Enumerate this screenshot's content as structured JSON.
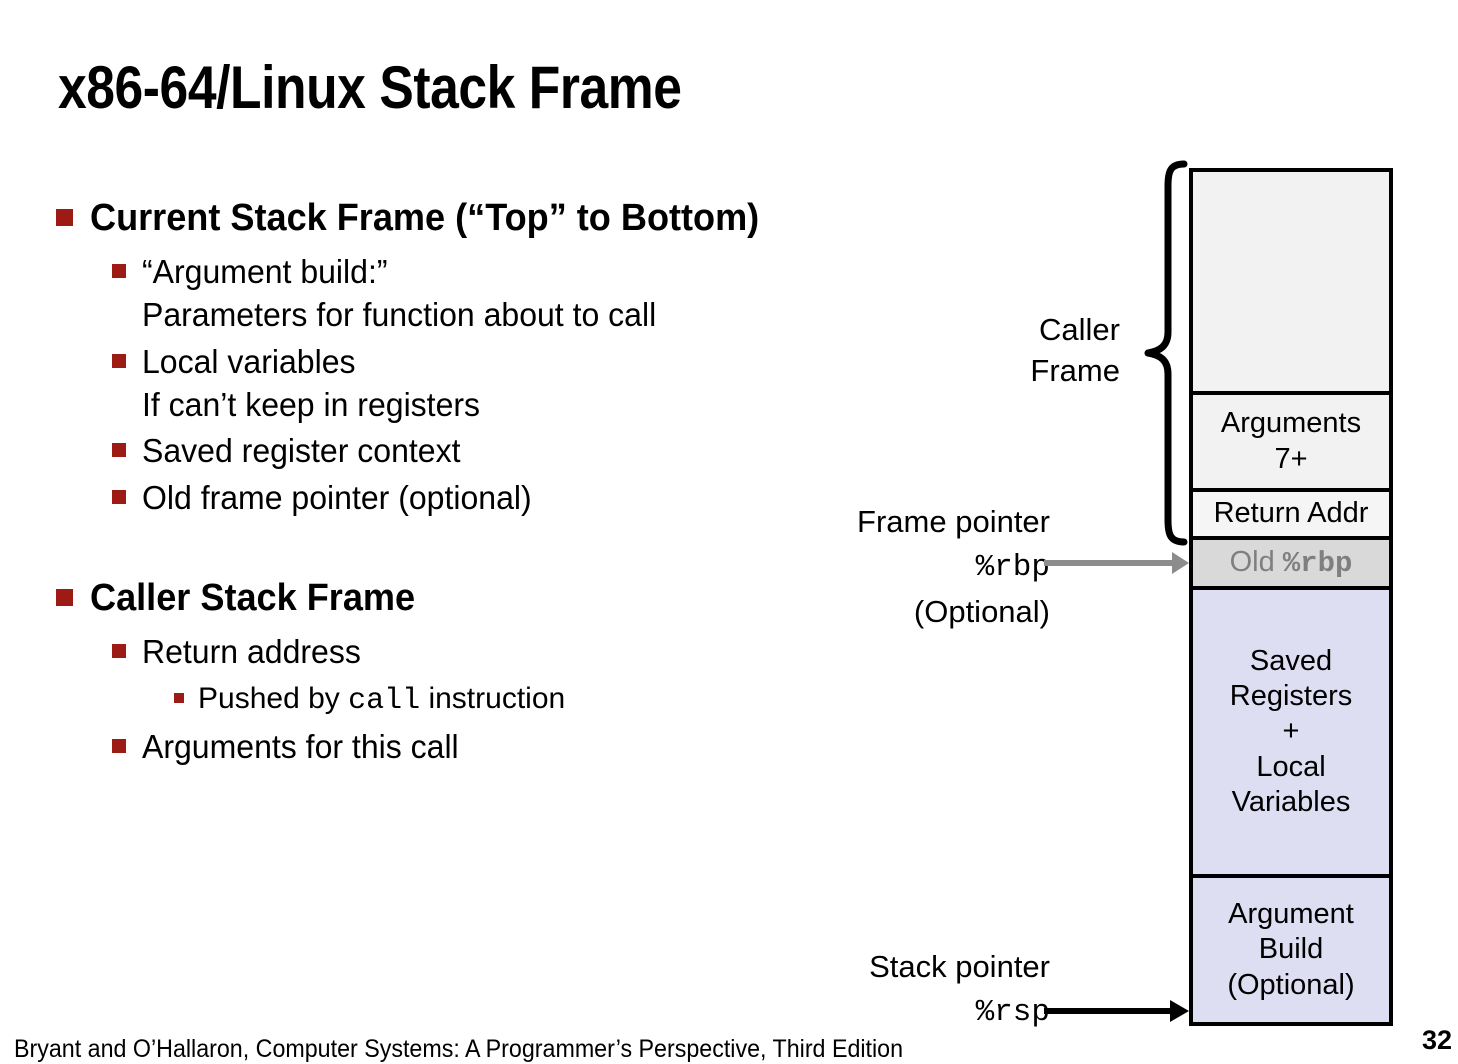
{
  "slide": {
    "title": "x86-64/Linux Stack Frame",
    "page_number": "32",
    "footer": "Bryant and O’Hallaron, Computer Systems: A Programmer’s Perspective, Third Edition",
    "accent_color": "#9C1B14"
  },
  "bullets": {
    "section1_title": "Current Stack Frame (“Top” to Bottom)",
    "s1_item1_line1": "“Argument build:”",
    "s1_item1_line2": "Parameters for function about to call",
    "s1_item2_line1": "Local variables",
    "s1_item2_line2": "If can’t keep in registers",
    "s1_item3": "Saved register context",
    "s1_item4": "Old frame pointer (optional)",
    "section2_title": "Caller Stack Frame",
    "s2_item1": "Return address",
    "s2_item1_sub_pre": "Pushed by ",
    "s2_item1_sub_mono": "call",
    "s2_item1_sub_post": " instruction",
    "s2_item2": "Arguments for this call"
  },
  "diagram": {
    "caller_frame_label_line1": "Caller",
    "caller_frame_label_line2": "Frame",
    "frame_pointer_line1": "Frame pointer",
    "frame_pointer_register": "%rbp",
    "frame_pointer_line3": "(Optional)",
    "stack_pointer_line1": "Stack pointer",
    "stack_pointer_register": "%rsp",
    "cells": {
      "empty": "",
      "arguments_line1": "Arguments",
      "arguments_line2": "7+",
      "return_addr": "Return Addr",
      "old_rbp_prefix": "Old ",
      "old_rbp_register": "%rbp",
      "saved_line1": "Saved",
      "saved_line2": "Registers",
      "saved_line3": "+",
      "saved_line4": "Local",
      "saved_line5": "Variables",
      "argbuild_line1": "Argument",
      "argbuild_line2": "Build",
      "argbuild_line3": "(Optional)"
    },
    "colors": {
      "caller_area": "#F2F2F2",
      "old_rbp_bg": "#D9D9D9",
      "old_rbp_text": "#7F7F7F",
      "current_frame": "#DEDEF2",
      "rbp_arrow": "#8C8C8C",
      "rsp_arrow": "#000000"
    }
  }
}
